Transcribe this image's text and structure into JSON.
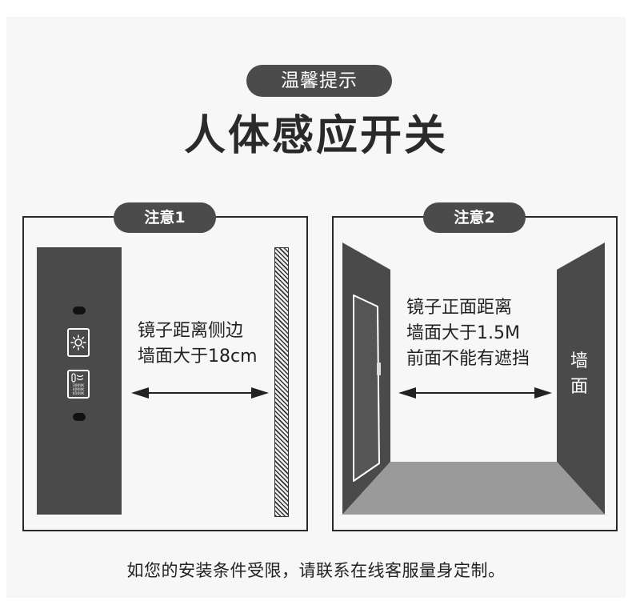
{
  "tip_label": "温馨提示",
  "main_title": "人体感应开关",
  "notes": [
    {
      "label": "注意1",
      "lines": [
        "镜子距离侧边",
        "墙面大于18cm"
      ]
    },
    {
      "label": "注意2",
      "lines": [
        "镜子正面距离",
        "墙面大于1.5M",
        "前面不能有遮挡"
      ],
      "wall_label": [
        "墙",
        "面"
      ]
    }
  ],
  "footer": "如您的安装条件受限，请联系在线客服量身定制。",
  "colors": {
    "pill_bg": "#4b4b4b",
    "panel_border": "#2a2a2a",
    "wall_dark": "#4a4a4a",
    "floor": "#9a9a9a"
  },
  "icons": {
    "sensor": "sensor-dot-icon",
    "brightness": "sun-icon",
    "color_temp": "color-temperature-icon",
    "arrow": "double-arrow-icon"
  },
  "color_temp_labels": [
    "3000K",
    "4000K",
    "6500K"
  ]
}
